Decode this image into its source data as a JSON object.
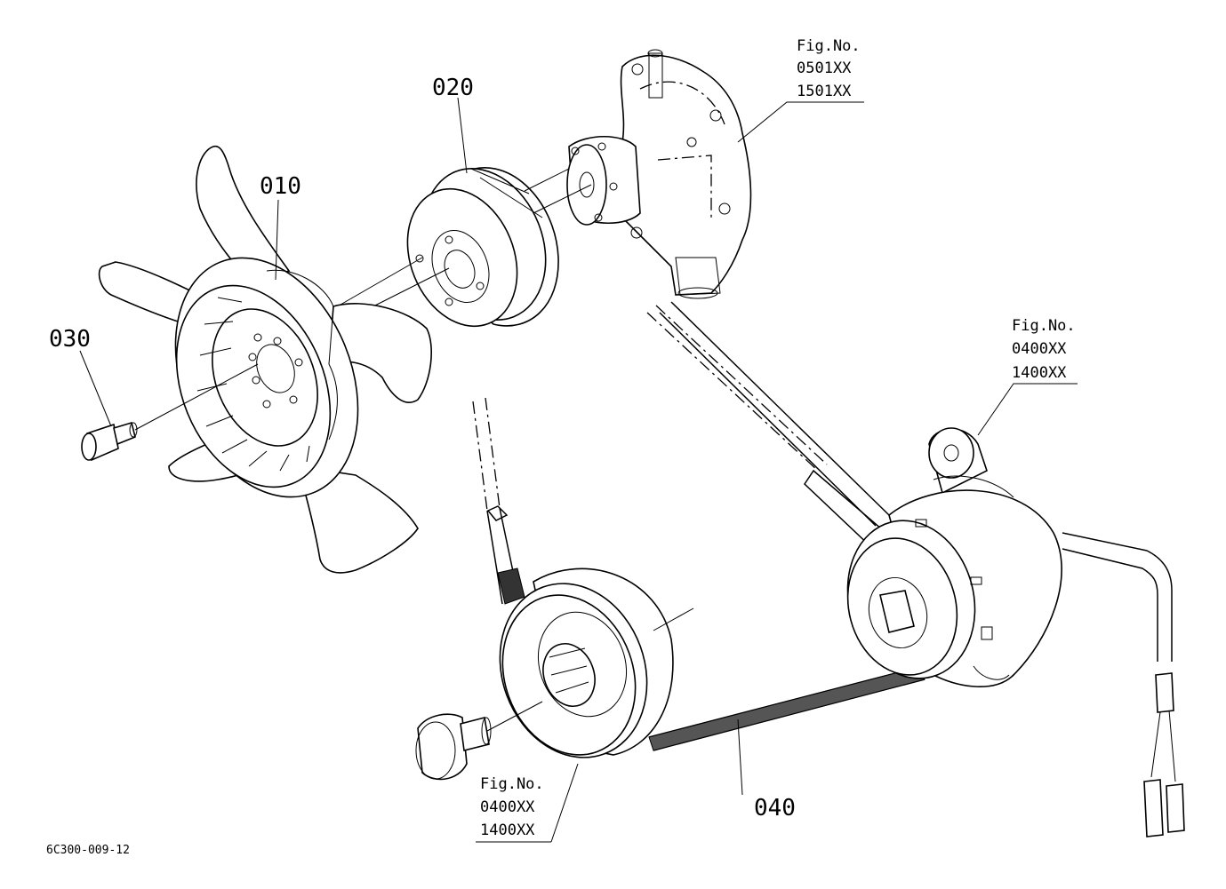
{
  "callouts": {
    "fan": "010",
    "pulley": "020",
    "bolt": "030",
    "belt": "040"
  },
  "fig_refs": {
    "water_pump": {
      "label": "Fig.No.",
      "line1": "0501XX",
      "line2": "1501XX"
    },
    "alternator": {
      "label": "Fig.No.",
      "line1": "0400XX",
      "line2": "1400XX"
    },
    "crank_pulley": {
      "label": "Fig.No.",
      "line1": "0400XX",
      "line2": "1400XX"
    }
  },
  "drawing_code": "6C300-009-12"
}
